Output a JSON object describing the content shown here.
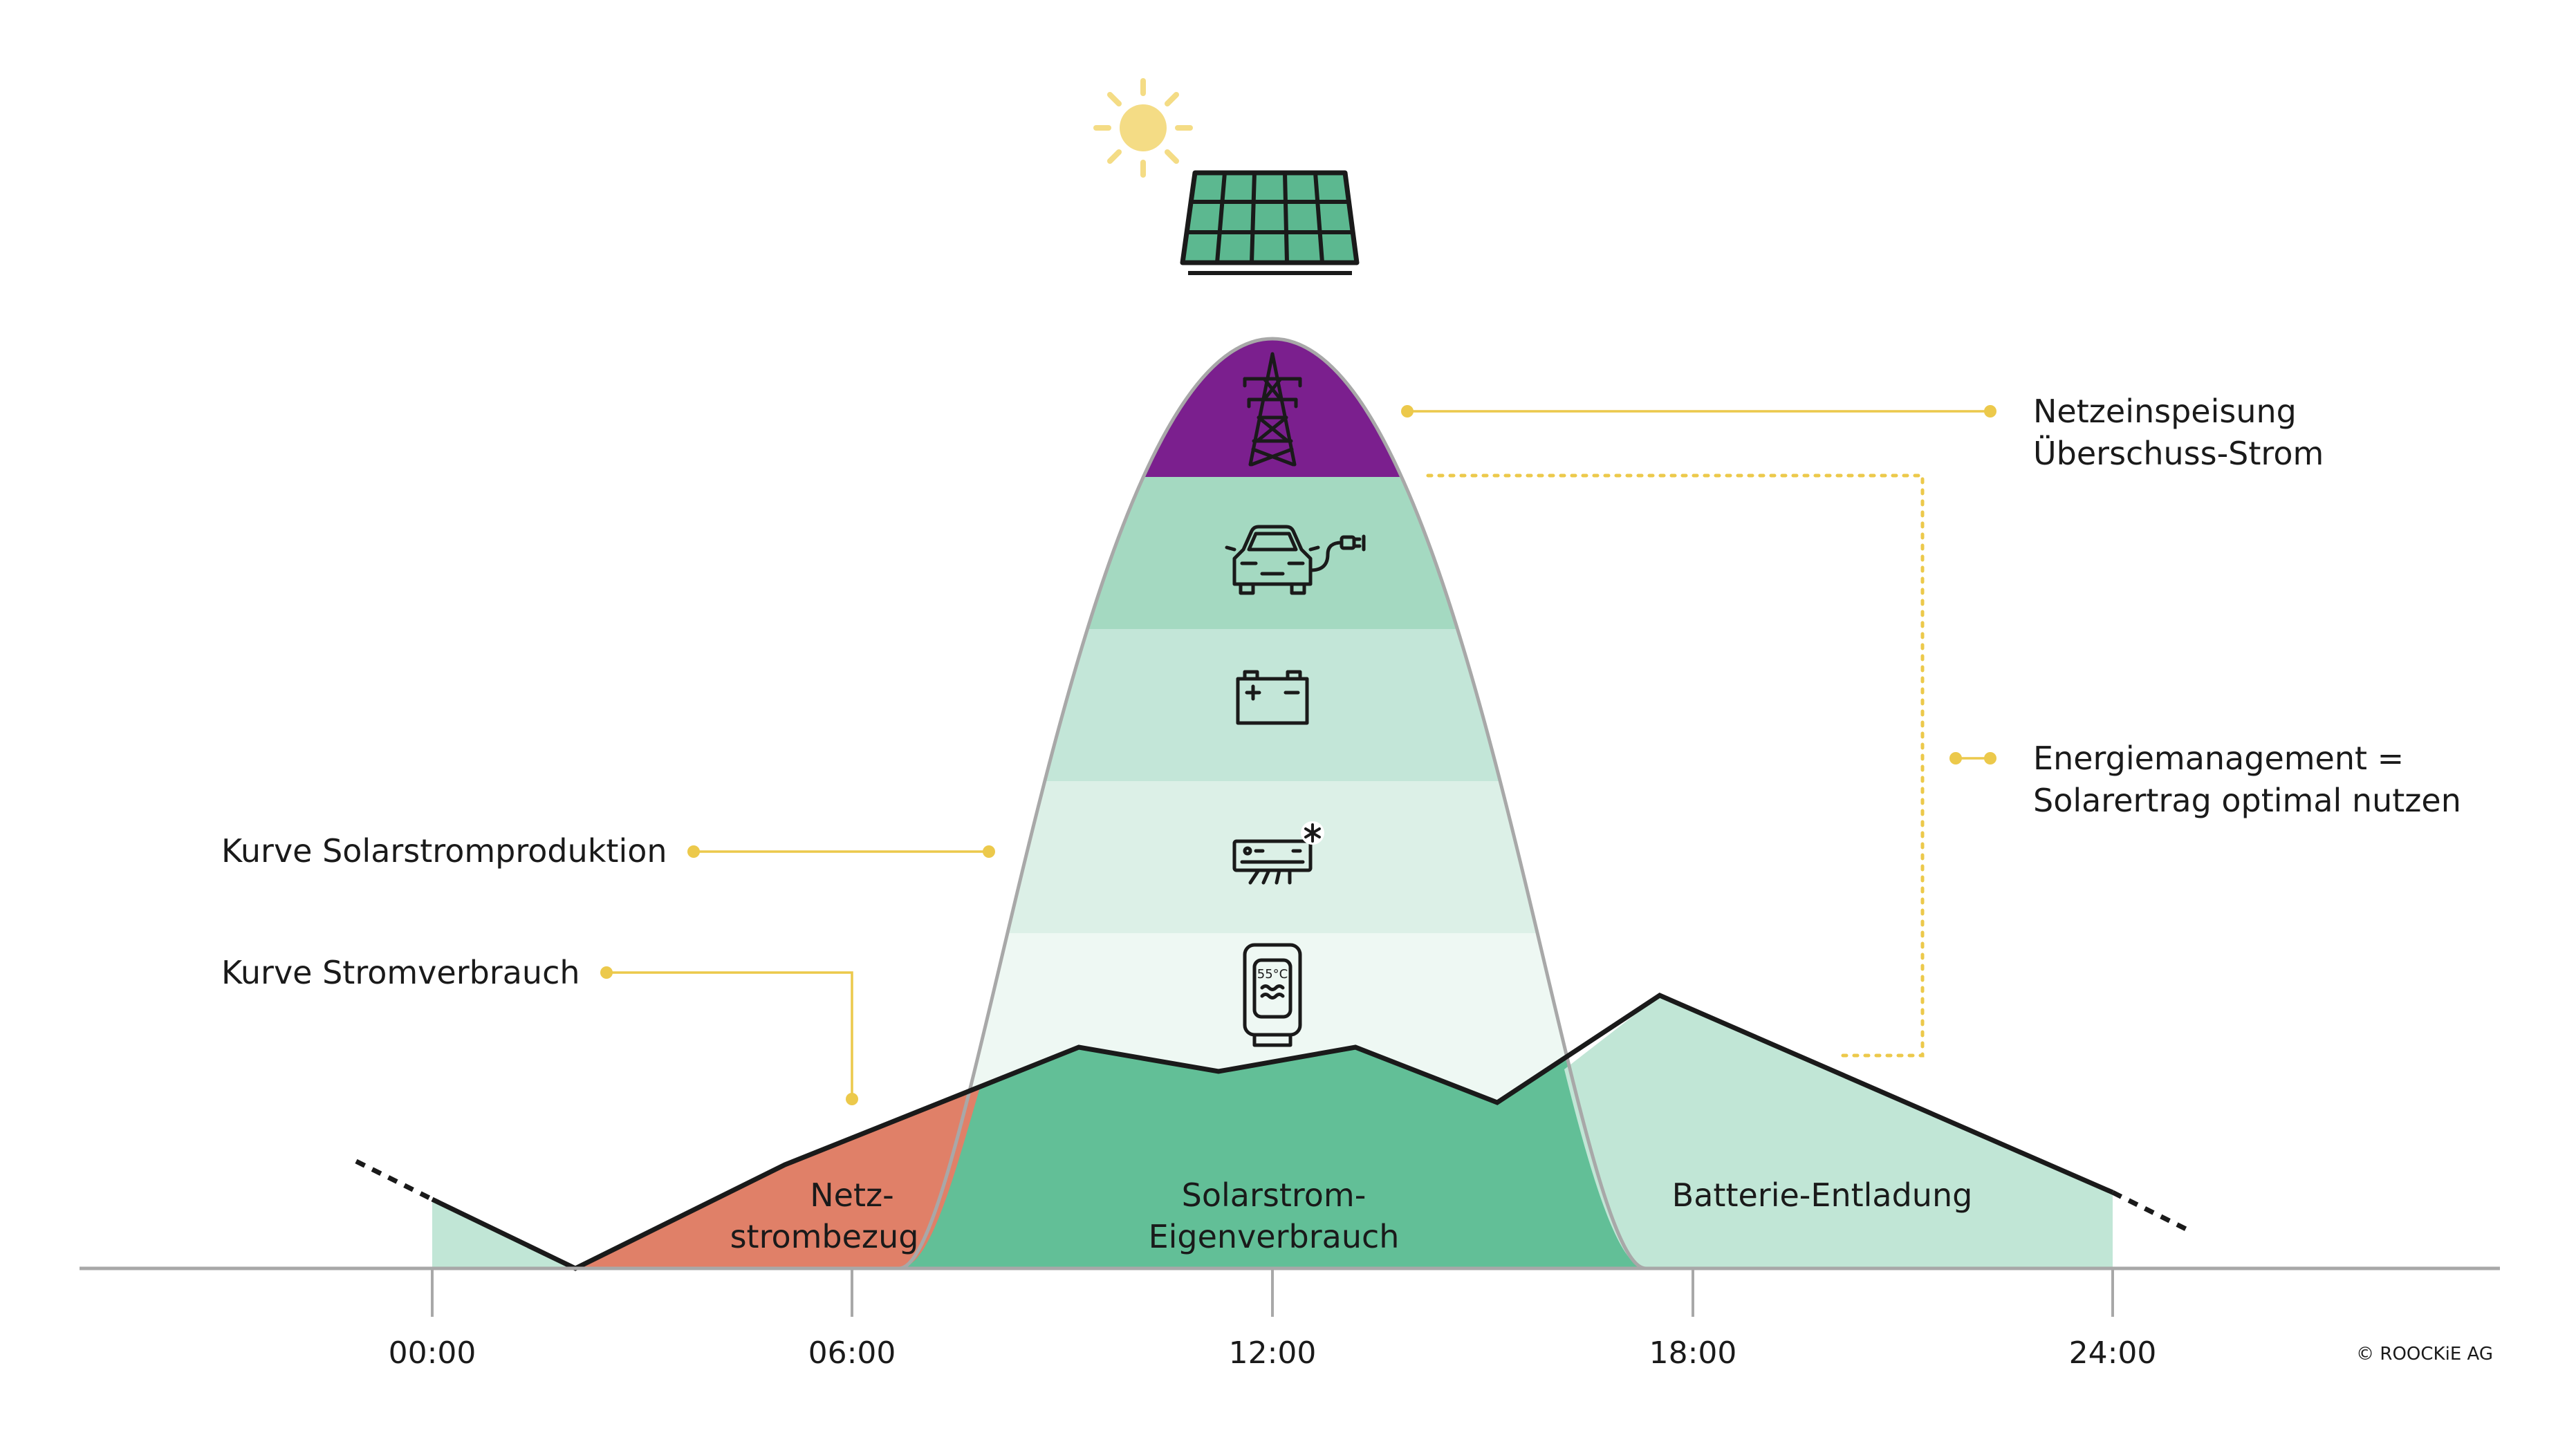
{
  "labels": {
    "solar_curve": "Kurve Solarstromproduktion",
    "consumption_curve": "Kurve Stromverbrauch",
    "feed_in_line1": "Netzeinspeisung",
    "feed_in_line2": "Überschuss-Strom",
    "energy_mgmt_line1": "Energiemanagement =",
    "energy_mgmt_line2": "Solarertrag optimal nutzen",
    "grid_draw_line1": "Netz-",
    "grid_draw_line2": "strombezug",
    "self_consumption_line1": "Solarstrom-",
    "self_consumption_line2": "Eigenverbrauch",
    "battery_discharge": "Batterie-Entladung",
    "boiler_temp": "55°C",
    "copyright": "© ROOCKiE AG"
  },
  "axis": {
    "ticks": [
      "00:00",
      "06:00",
      "12:00",
      "18:00",
      "24:00"
    ]
  },
  "solar_bands": [
    {
      "use": "Netzeinspeisung",
      "icon": "power-pylon-icon"
    },
    {
      "use": "E-Auto laden",
      "icon": "electric-car-icon"
    },
    {
      "use": "Batteriespeicher",
      "icon": "battery-icon"
    },
    {
      "use": "Klimaanlage",
      "icon": "air-conditioner-icon"
    },
    {
      "use": "Warmwasserboiler",
      "icon": "water-boiler-icon"
    }
  ],
  "colors": {
    "feed_in": "#7b1f8e",
    "band_car": "#a4d9c1",
    "band_battery": "#c3e6d8",
    "band_ac": "#dcf0e7",
    "band_boiler": "#eef8f3",
    "self_consumption": "#62bf97",
    "grid_draw": "#e08068",
    "battery_discharge": "#c1e6d6",
    "annotation": "#ecc94b",
    "sun": "#f4dc85",
    "moon": "#f4dc85",
    "solar_panel": "#5cb890"
  }
}
